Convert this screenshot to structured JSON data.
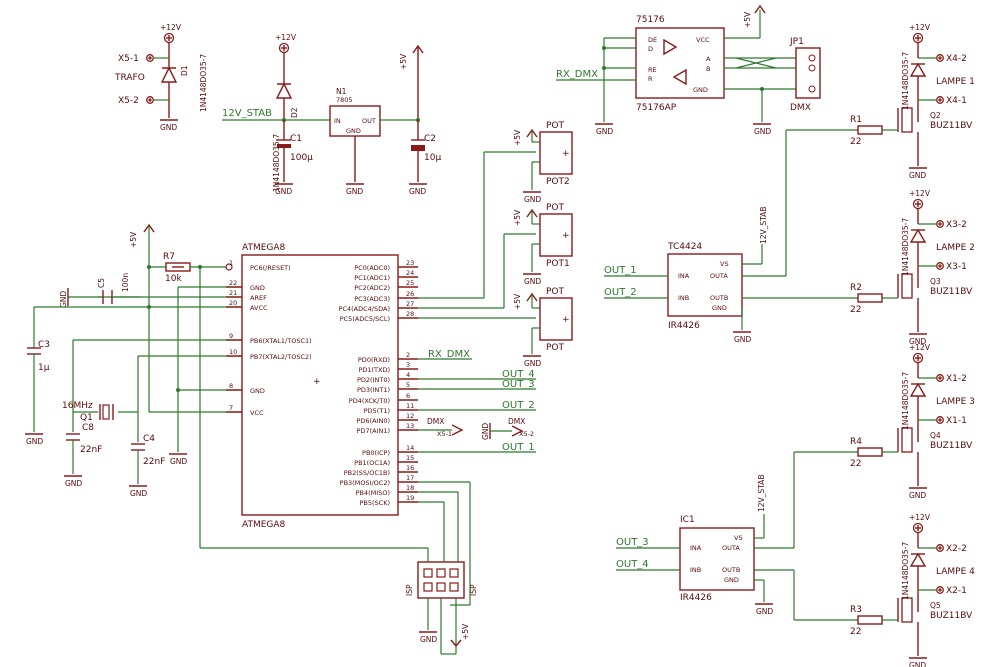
{
  "nets": {
    "v12": "+12V",
    "v5": "+5V",
    "gnd": "GND",
    "v12stab": "12V_STAB",
    "rxdmx": "RX_DMX",
    "dmx": "DMX",
    "out1": "OUT_1",
    "out2": "OUT_2",
    "out3": "OUT_3",
    "out4": "OUT_4"
  },
  "parts": {
    "x51": "X5-1",
    "x52": "X5-2",
    "trafo": "TRAFO",
    "d1": "D1",
    "d1v": "1N4148DO35-7",
    "d2": "D2",
    "d2v": "1N4148DO35-7",
    "n1": "N1",
    "n1v": "7805",
    "n1in": "IN",
    "n1out": "OUT",
    "n1gnd": "GND",
    "c1": "C1",
    "c1v": "100µ",
    "c2": "C2",
    "c2v": "10µ",
    "c3": "C3",
    "c3v": "1µ",
    "c4": "C4",
    "c4v": "22nF",
    "c5": "C5",
    "c5v": "100n",
    "c8": "C8",
    "c8v": "22nF",
    "r7": "R7",
    "r7v": "10k",
    "q1": "Q1",
    "q1v": "16MHz",
    "mcu": "ATMEGA8",
    "pot": "POT",
    "pot1": "POT1",
    "pot2": "POT2",
    "u75176": "75176",
    "u75176b": "75176AP",
    "de": "DE",
    "d": "D",
    "re": "RE",
    "r": "R",
    "vcc": "VCC",
    "a": "A",
    "b": "B",
    "jp1": "JP1",
    "dmx": "DMX",
    "tc": "TC4424",
    "ir": "IR4426",
    "ic1": "IC1",
    "ina": "INA",
    "inb": "INB",
    "outa": "OUTA",
    "outb": "OUTB",
    "vs": "VS",
    "r1": "R1",
    "r2": "R2",
    "r3": "R3",
    "r4": "R4",
    "rv": "22",
    "buz": "BUZ11BV",
    "q2": "Q2",
    "q3": "Q3",
    "q4": "Q4",
    "q5": "Q5",
    "lampe1": "LAMPE 1",
    "lampe2": "LAMPE 2",
    "lampe3": "LAMPE 3",
    "lampe4": "LAMPE 4",
    "x41": "X4-1",
    "x42": "X4-2",
    "x31": "X3-1",
    "x32": "X3-2",
    "x11": "X1-1",
    "x12": "X1-2",
    "x21": "X2-1",
    "x22": "X2-2",
    "isp": "ISP",
    "dmxlbl": "DMX"
  },
  "mcu_left_pins": [
    {
      "num": "1",
      "name": "PC6(/RESET)"
    },
    {
      "num": "22",
      "name": "GND"
    },
    {
      "num": "21",
      "name": "AREF"
    },
    {
      "num": "20",
      "name": "AVCC"
    },
    {
      "num": "9",
      "name": "PB6(XTAL1/TOSC1)"
    },
    {
      "num": "10",
      "name": "PB7(XTAL2/TOSC2)"
    },
    {
      "num": "8",
      "name": "GND"
    },
    {
      "num": "7",
      "name": "VCC"
    }
  ],
  "mcu_right_pins": [
    {
      "num": "23",
      "name": "PC0(ADC0)"
    },
    {
      "num": "24",
      "name": "PC1(ADC1)"
    },
    {
      "num": "25",
      "name": "PC2(ADC2)"
    },
    {
      "num": "26",
      "name": "PC3(ADC3)"
    },
    {
      "num": "27",
      "name": "PC4(ADC4/SDA)"
    },
    {
      "num": "28",
      "name": "PC5(ADC5/SCL)"
    },
    {
      "num": "2",
      "name": "PD0(RXD)"
    },
    {
      "num": "3",
      "name": "PD1(TXD)"
    },
    {
      "num": "4",
      "name": "PD2(INT0)"
    },
    {
      "num": "5",
      "name": "PD3(INT1)"
    },
    {
      "num": "6",
      "name": "PD4(XCK/T0)"
    },
    {
      "num": "11",
      "name": "PD5(T1)"
    },
    {
      "num": "12",
      "name": "PD6(AIN0)"
    },
    {
      "num": "13",
      "name": "PD7(AIN1)"
    },
    {
      "num": "14",
      "name": "PB0(ICP)"
    },
    {
      "num": "15",
      "name": "PB1(OC1A)"
    },
    {
      "num": "16",
      "name": "PB2(SS/OC1B)"
    },
    {
      "num": "17",
      "name": "PB3(MOSI/OC2)"
    },
    {
      "num": "18",
      "name": "PB4(MISO)"
    },
    {
      "num": "19",
      "name": "PB5(SCK)"
    }
  ]
}
